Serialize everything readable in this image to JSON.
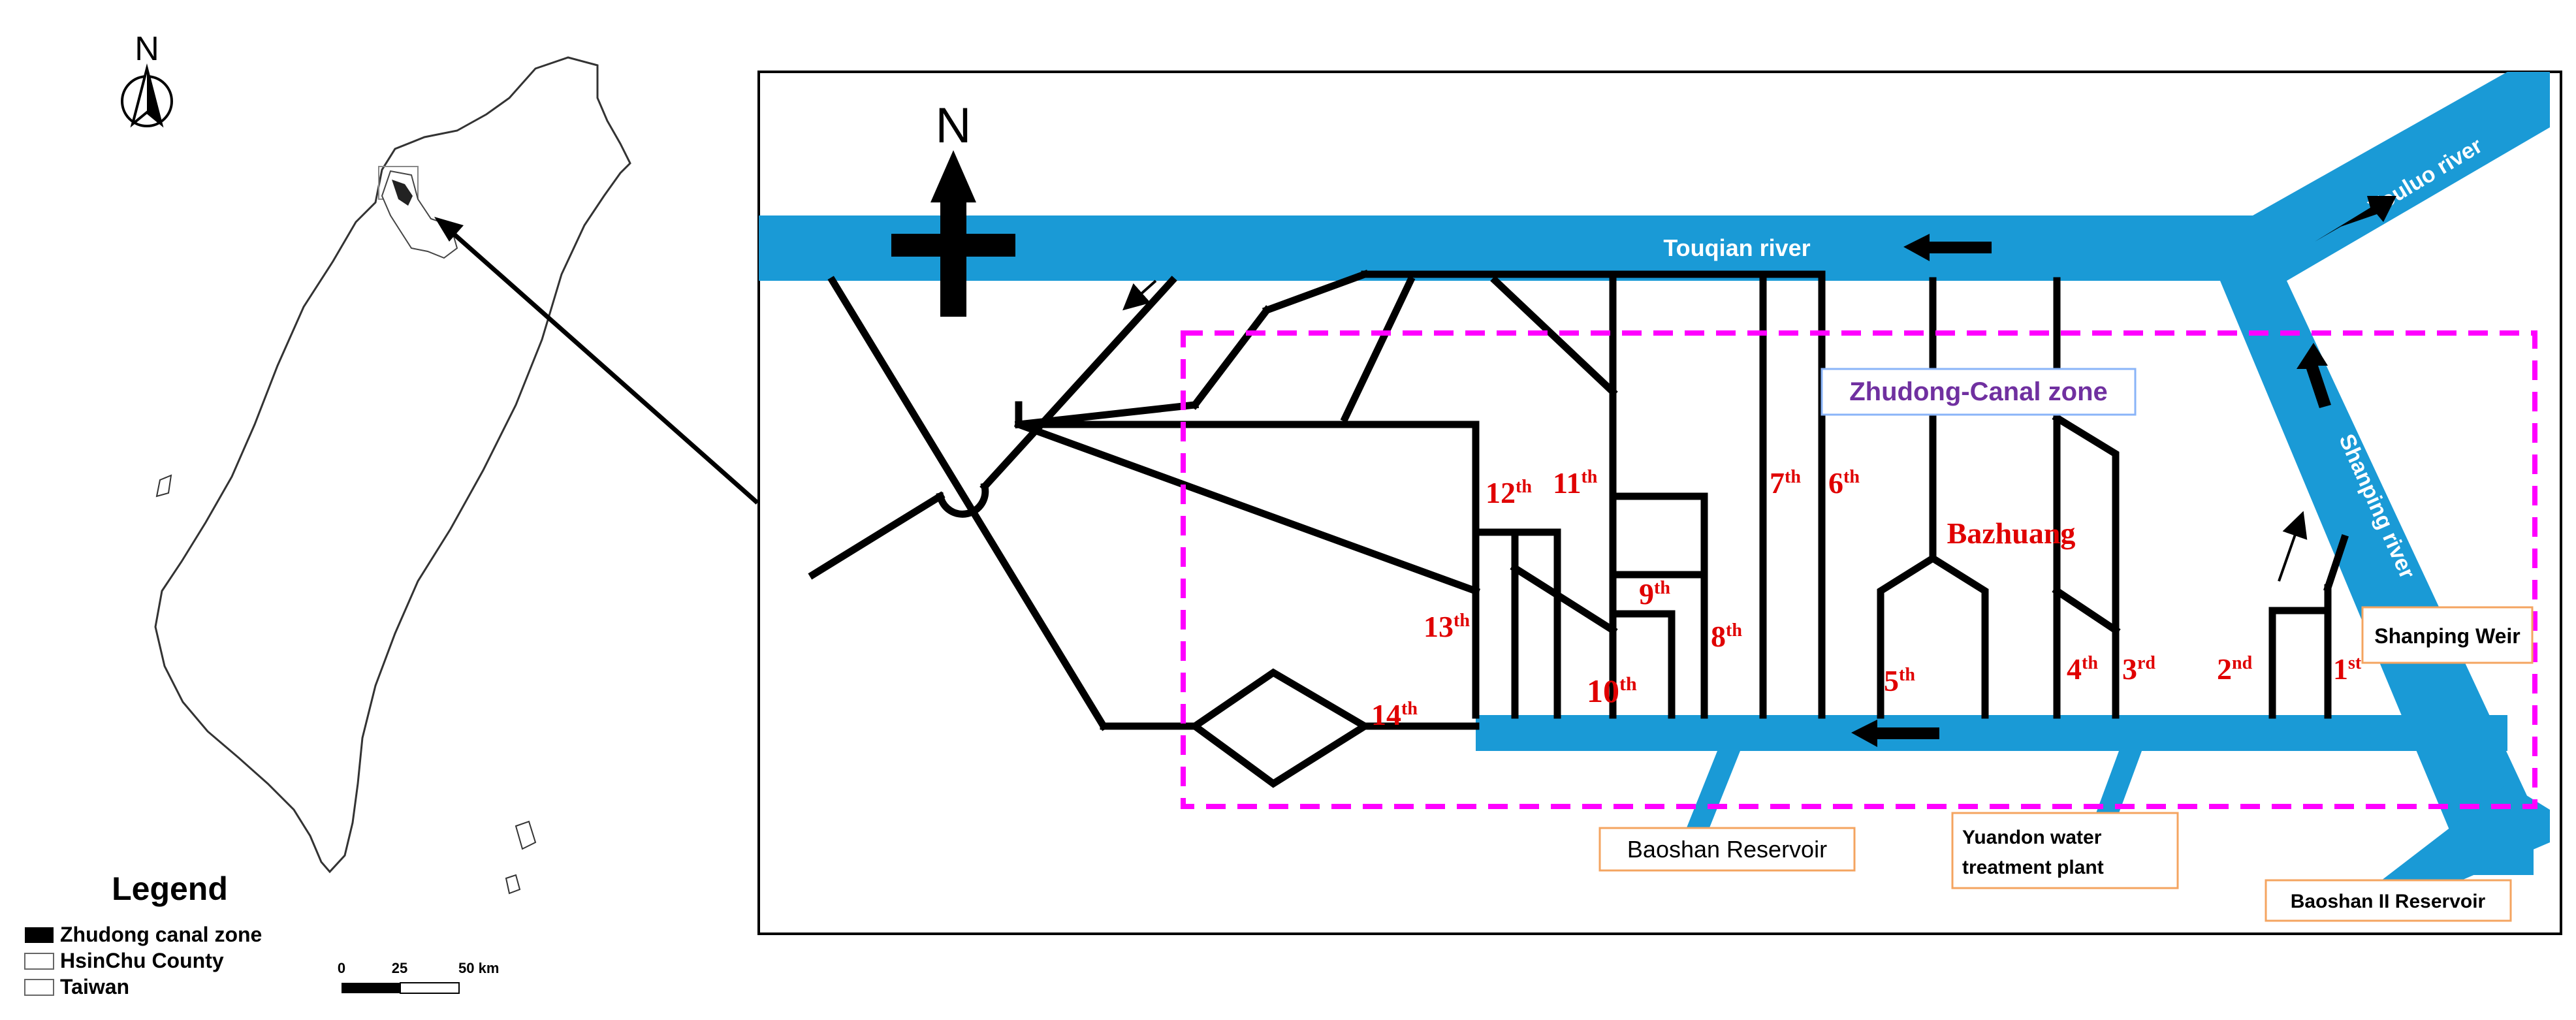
{
  "north_label": "N",
  "legend": {
    "title": "Legend",
    "items": [
      {
        "label": "Zhudong canal zone"
      },
      {
        "label": "HsinChu County"
      },
      {
        "label": "Taiwan"
      }
    ],
    "scale": {
      "ticks": [
        "0",
        "25",
        "50 km"
      ]
    }
  },
  "main_map": {
    "north_label": "N",
    "zone_label": "Zhudong-Canal zone",
    "town_label": "Bazhuang",
    "rivers": {
      "touqian": "Touqian river",
      "youluo": "Youluo river",
      "shanping": "Shanping river"
    },
    "boxed_labels": {
      "shanping_weir": "Shanping Weir",
      "baoshan_reservoir": "Baoshan Reservoir",
      "yuandon_line1": "Yuandon water",
      "yuandon_line2": "treatment plant",
      "baoshan2_reservoir": "Baoshan II Reservoir"
    },
    "canals": [
      {
        "num": "1",
        "suffix": "st"
      },
      {
        "num": "2",
        "suffix": "nd"
      },
      {
        "num": "3",
        "suffix": "rd"
      },
      {
        "num": "4",
        "suffix": "th"
      },
      {
        "num": "5",
        "suffix": "th"
      },
      {
        "num": "6",
        "suffix": "th"
      },
      {
        "num": "7",
        "suffix": "th"
      },
      {
        "num": "8",
        "suffix": "th"
      },
      {
        "num": "9",
        "suffix": "th"
      },
      {
        "num": "10",
        "suffix": "th"
      },
      {
        "num": "11",
        "suffix": "th"
      },
      {
        "num": "12",
        "suffix": "th"
      },
      {
        "num": "13",
        "suffix": "th"
      },
      {
        "num": "14",
        "suffix": "th"
      }
    ]
  },
  "colors": {
    "river": "#1a9ad6",
    "zone_border": "#ff00ff",
    "zone_label": "#7030a0",
    "label_box_border": "#f4a460",
    "canal_label": "#e00000"
  }
}
